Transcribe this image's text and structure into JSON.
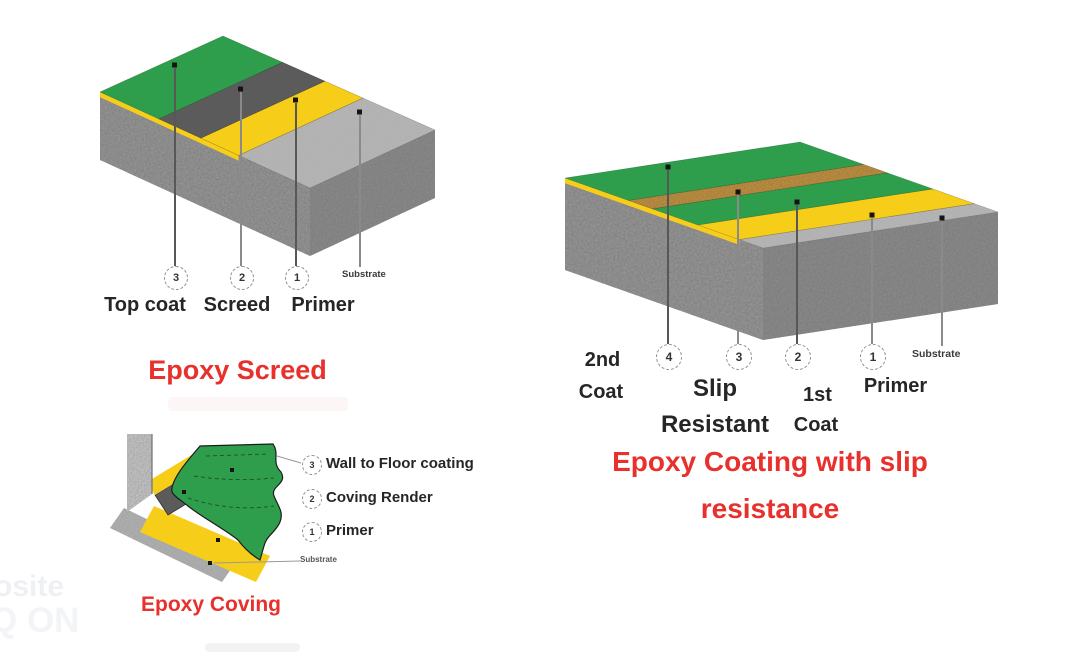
{
  "colors": {
    "green": "#2f9e4c",
    "screed_gray": "#5b5b5b",
    "primer_yellow": "#f6ce1a",
    "substrate_top": "#b8b8b8",
    "substrate_side": "#9a9a9a",
    "slip_brown": "#c8964a",
    "title_red": "#e8302c",
    "label_ink": "#262626"
  },
  "screed_diagram": {
    "title": "Epoxy Screed",
    "substrate_label": "Substrate",
    "callouts": [
      {
        "number": "3",
        "label": "Top coat"
      },
      {
        "number": "2",
        "label": "Screed"
      },
      {
        "number": "1",
        "label": "Primer"
      }
    ]
  },
  "coving_diagram": {
    "title": "Epoxy Coving",
    "substrate_label": "Substrate",
    "callouts": [
      {
        "number": "3",
        "label": "Wall to Floor coating"
      },
      {
        "number": "2",
        "label": "Coving Render"
      },
      {
        "number": "1",
        "label": "Primer"
      }
    ]
  },
  "slip_diagram": {
    "title_line1": "Epoxy Coating with slip",
    "title_line2": "resistance",
    "substrate_label": "Substrate",
    "callouts": [
      {
        "number": "4",
        "line1": "2nd",
        "line2": "Coat"
      },
      {
        "number": "3",
        "line1": "Slip",
        "line2": "Resistant"
      },
      {
        "number": "2",
        "line1": "1st",
        "line2": "Coat"
      },
      {
        "number": "1",
        "line1": "Primer",
        "line2": ""
      }
    ]
  },
  "watermark": {
    "line1": "osite",
    "line2": "Q ON"
  }
}
